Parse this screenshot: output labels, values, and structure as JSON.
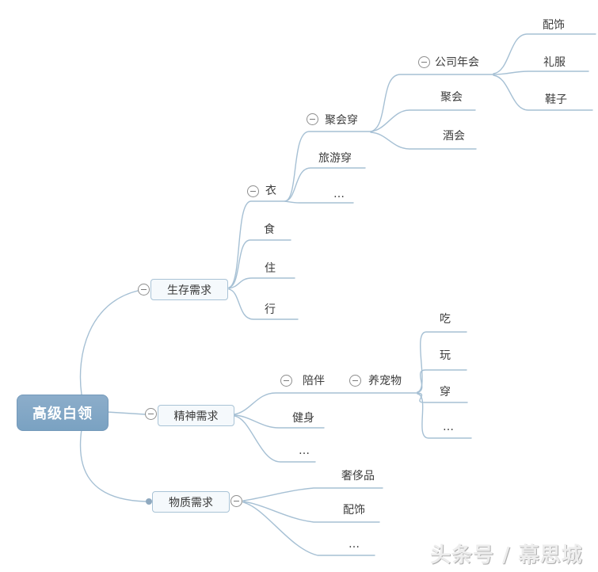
{
  "mindmap": {
    "root": {
      "label": "高级白领"
    },
    "branches": [
      {
        "label": "生存需求",
        "children": [
          {
            "label": "衣",
            "children": [
              {
                "label": "聚会穿",
                "children": [
                  {
                    "label": "公司年会",
                    "children": [
                      {
                        "label": "配饰"
                      },
                      {
                        "label": "礼服"
                      },
                      {
                        "label": "鞋子"
                      }
                    ]
                  },
                  {
                    "label": "聚会"
                  },
                  {
                    "label": "酒会"
                  }
                ]
              },
              {
                "label": "旅游穿"
              },
              {
                "label": "…"
              }
            ]
          },
          {
            "label": "食"
          },
          {
            "label": "住"
          },
          {
            "label": "行"
          }
        ]
      },
      {
        "label": "精神需求",
        "children": [
          {
            "label": "陪伴",
            "children": [
              {
                "label": "养宠物",
                "children": [
                  {
                    "label": "吃"
                  },
                  {
                    "label": "玩"
                  },
                  {
                    "label": "穿"
                  },
                  {
                    "label": "…"
                  }
                ]
              }
            ]
          },
          {
            "label": "健身"
          },
          {
            "label": "…"
          }
        ]
      },
      {
        "label": "物质需求",
        "children": [
          {
            "label": "奢侈品"
          },
          {
            "label": "配饰"
          },
          {
            "label": "…"
          }
        ]
      }
    ]
  },
  "icons": {
    "collapse": "minus-circle",
    "branch_point": "dot"
  },
  "watermark": {
    "text": "头条号 / 幕思城"
  },
  "colors": {
    "root_fill": "#7fa6c5",
    "root_text": "#ffffff",
    "node_fill": "#f5f9fc",
    "node_border": "#a9c3d6",
    "edge": "#a6c0d4",
    "label_text": "#3d3d3d",
    "collapse_border": "#8f8f8f",
    "watermark_text": "#ededed"
  }
}
